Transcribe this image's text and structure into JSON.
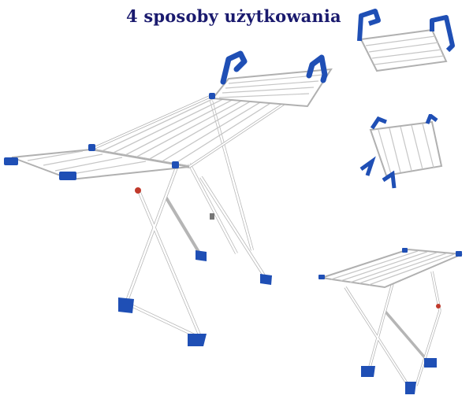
{
  "header": {
    "title": "4 sposoby użytkowania"
  },
  "colors": {
    "frame": "#ffffff",
    "frame_edge": "#9a9a9a",
    "plastic_blue": "#1f4fb5",
    "plastic_dark": "#0f2f7a",
    "accent_red": "#c0392b"
  },
  "images": [
    {
      "name": "main-dryer-wings-open",
      "icon": "clothes-dryer"
    },
    {
      "name": "radiator-hanger-flat",
      "icon": "radiator-hanger"
    },
    {
      "name": "radiator-hanger-folded",
      "icon": "radiator-hanger"
    },
    {
      "name": "table-dryer",
      "icon": "clothes-dryer"
    }
  ]
}
